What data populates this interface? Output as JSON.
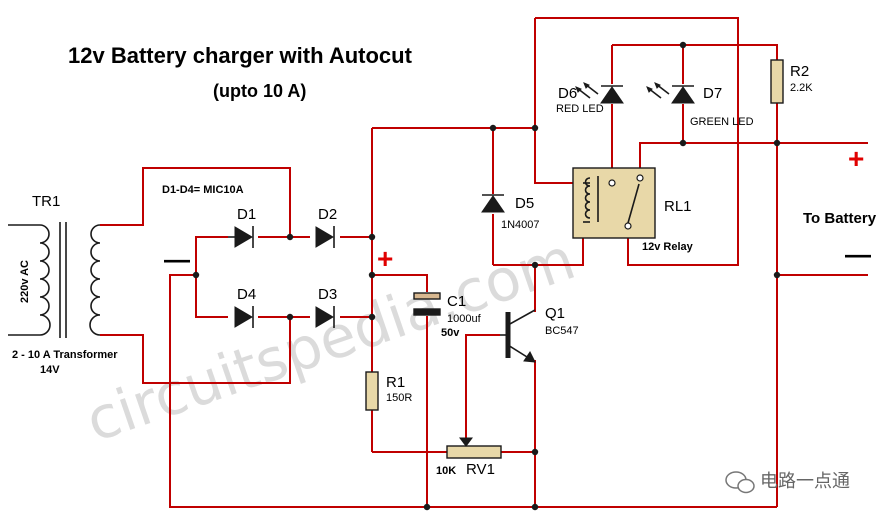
{
  "title": "12v Battery charger with Autocut",
  "subtitle": "(upto 10 A)",
  "labels": {
    "tr1": "TR1",
    "input_voltage": "220v AC",
    "transformer": "2 - 10 A Transformer",
    "transformer_volts": "14V",
    "bridge_note": "D1-D4= MIC10A",
    "d1": "D1",
    "d2": "D2",
    "d3": "D3",
    "d4": "D4",
    "d5": "D5",
    "d5_part": "1N4007",
    "d6": "D6",
    "d6_desc": "RED LED",
    "d7": "D7",
    "d7_desc": "GREEN LED",
    "r2": "R2",
    "r2_value": "2.2K",
    "rl1": "RL1",
    "relay_desc": "12v Relay",
    "c1": "C1",
    "c1_value": "1000uf",
    "c1_voltage": "50v",
    "q1": "Q1",
    "q1_part": "BC547",
    "r1": "R1",
    "r1_value": "150R",
    "rv1": "RV1",
    "rv1_value": "10K",
    "to_battery": "To Battery",
    "plus": "+",
    "minus": "—"
  },
  "watermark": "circuitspedia.com",
  "footer_brand": "电路一点通",
  "colors": {
    "wire": "#c00000",
    "plus_sign": "#e00000",
    "component": "#1a1a1a"
  }
}
